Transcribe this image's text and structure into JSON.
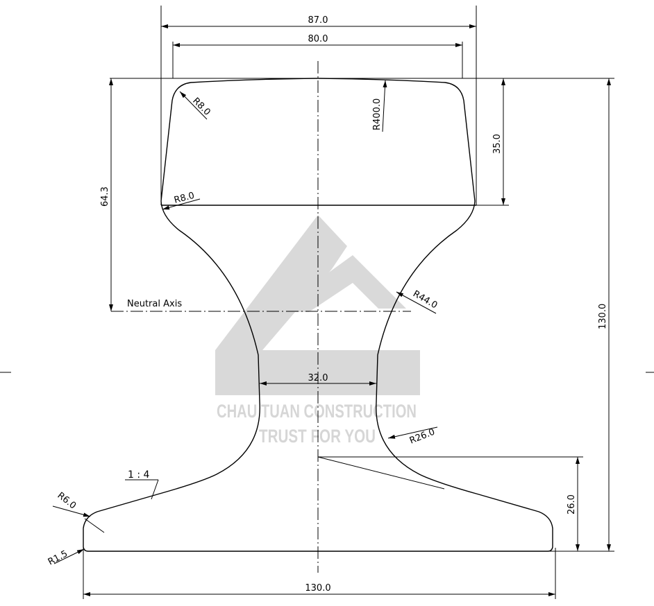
{
  "drawing": {
    "dimensions": {
      "head_outer_width": "87.0",
      "head_top_width": "80.0",
      "head_corner_radius": "R8.0",
      "head_bottom_radius": "R8.0",
      "crown_radius": "R400.0",
      "head_height": "35.0",
      "neutral_axis_height": "64.3",
      "total_height": "130.0",
      "web_radius_upper": "R44.0",
      "web_thickness": "32.0",
      "web_radius_lower": "R26.0",
      "foot_height": "26.0",
      "foot_slope": "1 : 4",
      "foot_tip_radius": "R6.0",
      "foot_corner_radius": "R1.5",
      "foot_width": "130.0"
    },
    "neutral_axis_label": "Neutral Axis"
  },
  "watermark": {
    "line1": "CHAU TUAN CONSTRUCTION",
    "line2": "TRUST FOR YOU"
  }
}
